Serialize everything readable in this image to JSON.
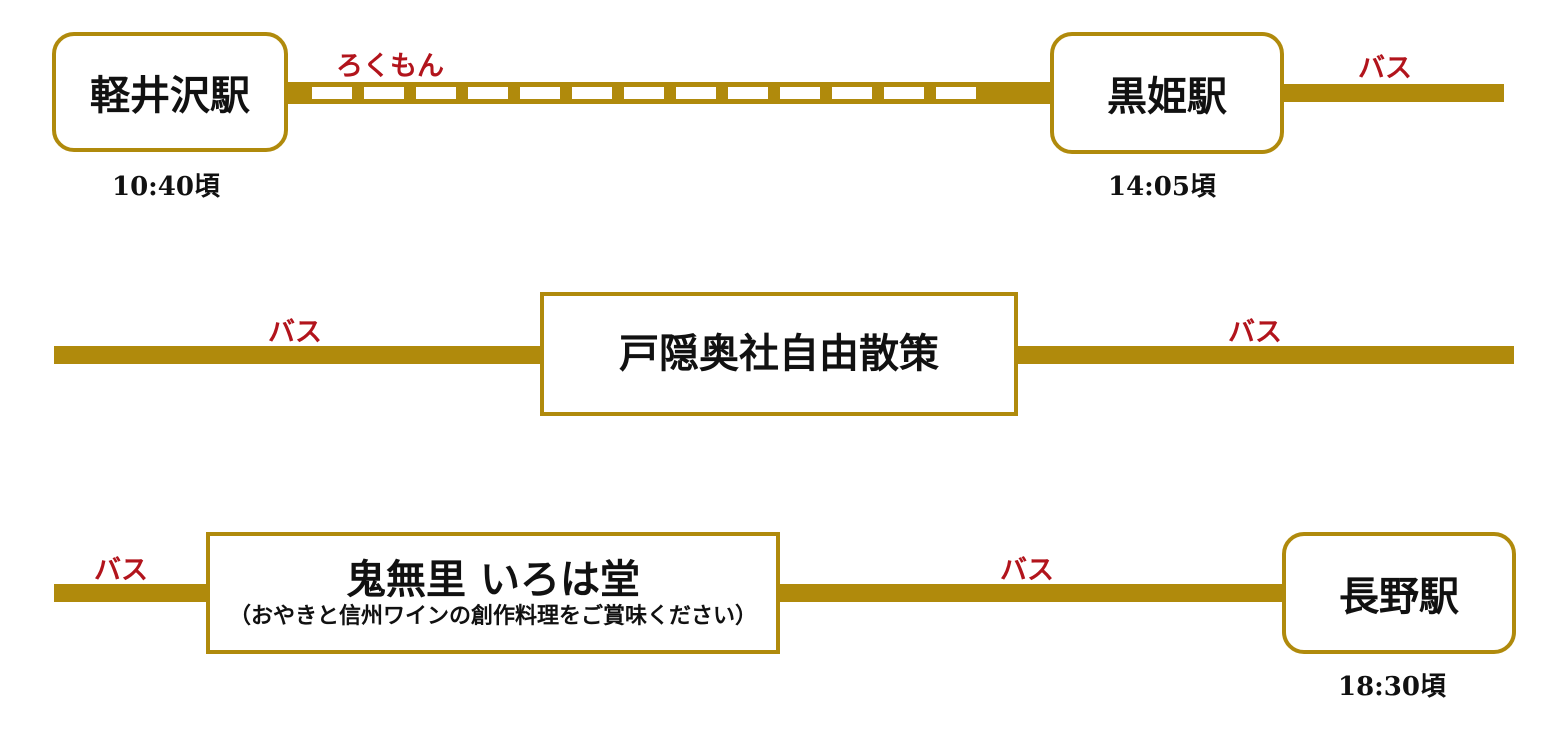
{
  "colors": {
    "route_line": "#b08a0c",
    "label_red": "#b2141c",
    "text": "#111111",
    "background": "#ffffff"
  },
  "row1": {
    "start_station": "軽井沢駅",
    "start_time": "10:40頃",
    "train_label": "ろくもん",
    "end_station": "黒姫駅",
    "end_time": "14:05頃",
    "bus_label": "バス"
  },
  "row2": {
    "bus_left_label": "バス",
    "activity": "戸隠奥社自由散策",
    "bus_right_label": "バス"
  },
  "row3": {
    "bus_left_label": "バス",
    "place": "鬼無里 いろは堂",
    "place_note": "（おやきと信州ワインの創作料理をご賞味ください）",
    "bus_right_label": "バス",
    "end_station": "長野駅",
    "end_time": "18:30頃"
  }
}
